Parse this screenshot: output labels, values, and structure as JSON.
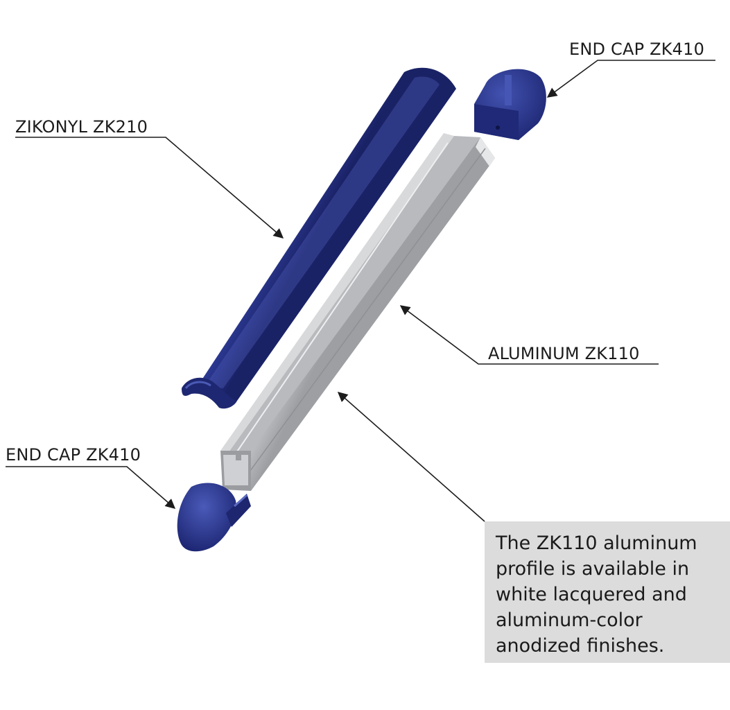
{
  "labels": {
    "end_cap_top": "END CAP ZK410",
    "zikonyl": "ZIKONYL ZK210",
    "aluminum": "ALUMINUM ZK110",
    "end_cap_bottom": "END CAP ZK410"
  },
  "note": {
    "text": "The ZK110 aluminum\nprofile is available in\nwhite lacquered and\naluminum-color\nanodized finishes."
  },
  "colors": {
    "cover_blue": "#26338a",
    "aluminum": "#c9cacc",
    "note_background": "#dcdcdc",
    "leader_line": "#1c1c1c"
  }
}
